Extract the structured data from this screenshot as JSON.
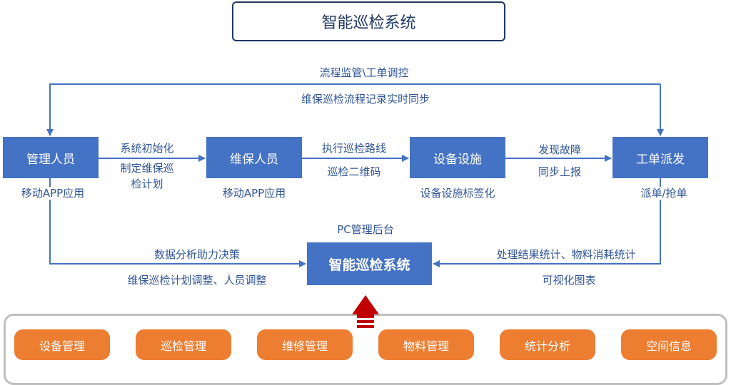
{
  "title": "智能巡检系统",
  "loop": {
    "top_label": "流程监管\\工单调控",
    "bottom_label": "维保巡检流程记录实时同步"
  },
  "nodes": [
    {
      "label": "管理人员",
      "caption": "移动APP应用"
    },
    {
      "label": "维保人员",
      "caption": "移动APP应用"
    },
    {
      "label": "设备设施",
      "caption": "设备设施标签化"
    },
    {
      "label": "工单派发",
      "caption": "派单/抢单"
    }
  ],
  "edges": [
    {
      "top": "系统初始化",
      "bottom1": "制定维保巡",
      "bottom2": "检计划"
    },
    {
      "top": "执行巡检路线",
      "bottom1": "巡检二维码"
    },
    {
      "top": "发现故障",
      "bottom1": "同步上报"
    }
  ],
  "system": {
    "caption": "PC管理后台",
    "label": "智能巡检系统"
  },
  "left_flow": {
    "top": "数据分析助力决策",
    "bottom": "维保巡检计划调整、人员调整"
  },
  "right_flow": {
    "top": "处理结果统计、物料消耗统计",
    "bottom": "可视化图表"
  },
  "modules": [
    "设备管理",
    "巡检管理",
    "维修管理",
    "物料管理",
    "统计分析",
    "空间信息"
  ],
  "colors": {
    "node": "#4472c4",
    "module": "#ed7d31",
    "arrow_up": "#c00000",
    "line": "#4472c4"
  }
}
